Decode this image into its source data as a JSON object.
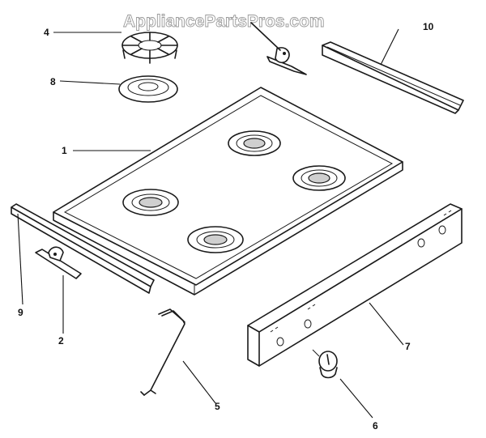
{
  "watermark": "AppliancePartsPros.com",
  "callouts": [
    "1",
    "2",
    "4",
    "5",
    "6",
    "7",
    "8",
    "9",
    "10"
  ]
}
